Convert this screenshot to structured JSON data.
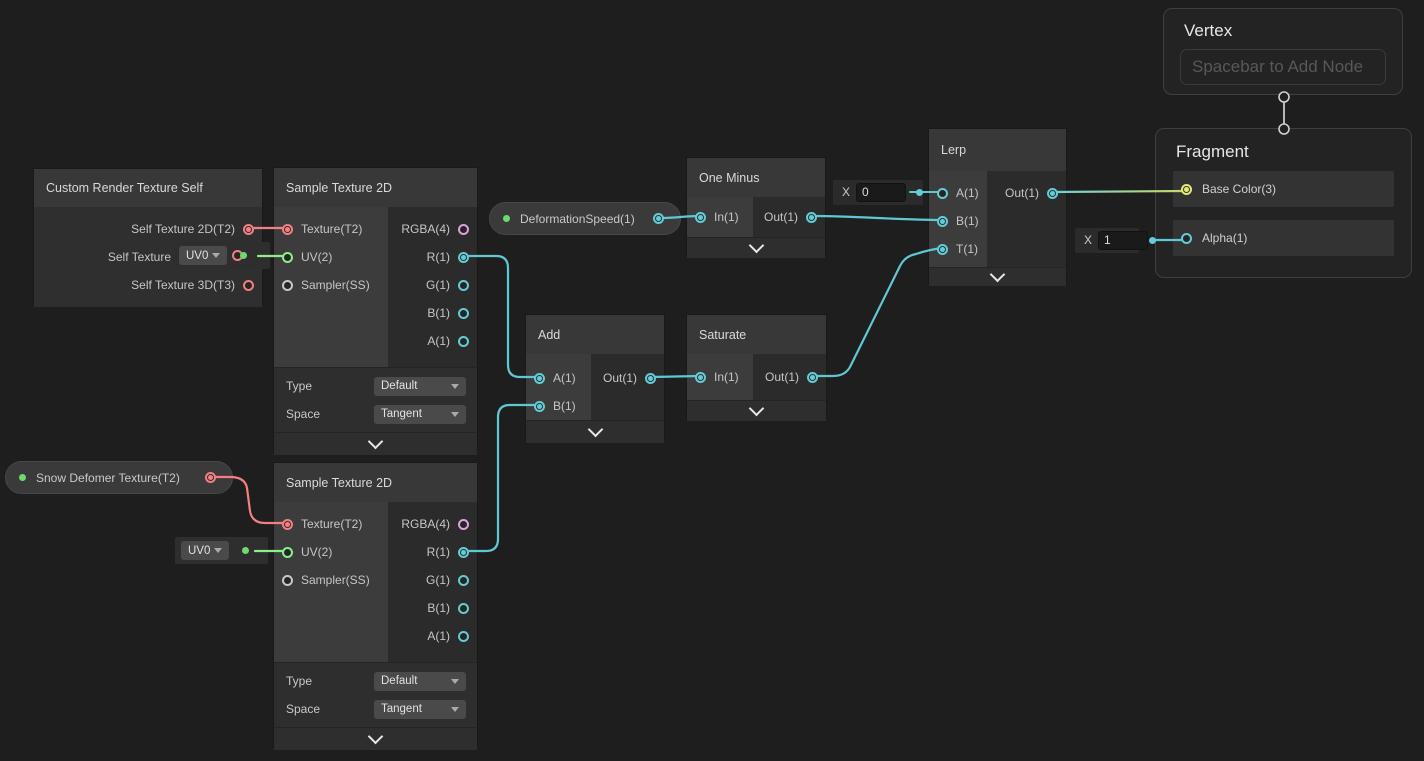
{
  "colors": {
    "canvas_bg": "#1e1e1e",
    "wire_cyan": "#5fc9d3",
    "wire_red": "#f28080",
    "wire_green": "#8bef8b",
    "wire_gradient_start": "#68d2d8",
    "wire_gradient_end": "#ccd46a",
    "port_vector1_cyan": "#63ccd6",
    "port_vector4_pink": "#dfa0df",
    "port_vector3_yellow": "#e9e978",
    "port_texture_red": "#f28080",
    "port_vector2_green": "#8bef8b",
    "exposed_dot_green": "#6fd96f"
  },
  "nodes": {
    "custom_render_texture_self": {
      "title": "Custom Render Texture Self",
      "outputs": [
        {
          "label": "Self Texture 2D(T2)"
        },
        {
          "label": "Self Texture"
        },
        {
          "label": "Self Texture 3D(T3)"
        }
      ]
    },
    "sample_texture_2d_top": {
      "title": "Sample Texture 2D",
      "inputs": [
        "Texture(T2)",
        "UV(2)",
        "Sampler(SS)"
      ],
      "outputs": [
        "RGBA(4)",
        "R(1)",
        "G(1)",
        "B(1)",
        "A(1)"
      ],
      "controls": [
        {
          "label": "Type",
          "value": "Default"
        },
        {
          "label": "Space",
          "value": "Tangent"
        }
      ]
    },
    "sample_texture_2d_bottom": {
      "title": "Sample Texture 2D",
      "inputs": [
        "Texture(T2)",
        "UV(2)",
        "Sampler(SS)"
      ],
      "outputs": [
        "RGBA(4)",
        "R(1)",
        "G(1)",
        "B(1)",
        "A(1)"
      ],
      "controls": [
        {
          "label": "Type",
          "value": "Default"
        },
        {
          "label": "Space",
          "value": "Tangent"
        }
      ]
    },
    "one_minus": {
      "title": "One Minus",
      "input": "In(1)",
      "output": "Out(1)"
    },
    "add": {
      "title": "Add",
      "inputs": [
        "A(1)",
        "B(1)"
      ],
      "output": "Out(1)"
    },
    "saturate": {
      "title": "Saturate",
      "input": "In(1)",
      "output": "Out(1)"
    },
    "lerp": {
      "title": "Lerp",
      "inputs": [
        "A(1)",
        "B(1)",
        "T(1)"
      ],
      "output": "Out(1)"
    },
    "vertex": {
      "title": "Vertex",
      "placeholder": "Spacebar to Add Node"
    },
    "fragment": {
      "title": "Fragment",
      "slots": [
        "Base Color(3)",
        "Alpha(1)"
      ]
    }
  },
  "properties": {
    "deformation_speed": {
      "label": "DeformationSpeed(1)"
    },
    "snow_deformer": {
      "label": "Snow Defomer Texture(T2)"
    }
  },
  "inline_values": {
    "lerp_a": {
      "label": "X",
      "value": "0"
    },
    "alpha": {
      "label": "X",
      "value": "1"
    },
    "uv_top": {
      "value": "UV0"
    },
    "uv_bottom": {
      "value": "UV0"
    }
  }
}
